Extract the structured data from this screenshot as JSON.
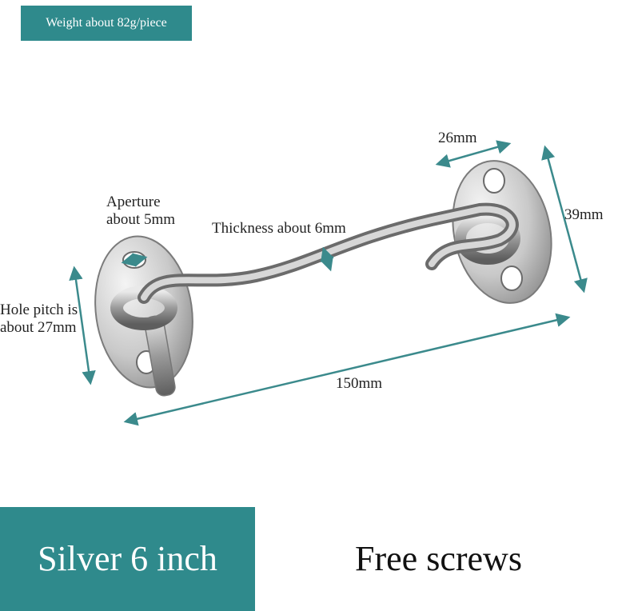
{
  "badge": {
    "weight": "Weight about 82g/piece"
  },
  "dimensions": {
    "aperture": "Aperture\nabout 5mm",
    "thickness": "Thickness about 6mm",
    "hole_pitch": "Hole pitch is\nabout 27mm",
    "width_26": "26mm",
    "height_39": "39mm",
    "length_150": "150mm"
  },
  "footer": {
    "variant": "Silver 6 inch",
    "extra": "Free screws"
  },
  "colors": {
    "accent": "#2f8a8c",
    "arrow": "#3b8a8c"
  }
}
